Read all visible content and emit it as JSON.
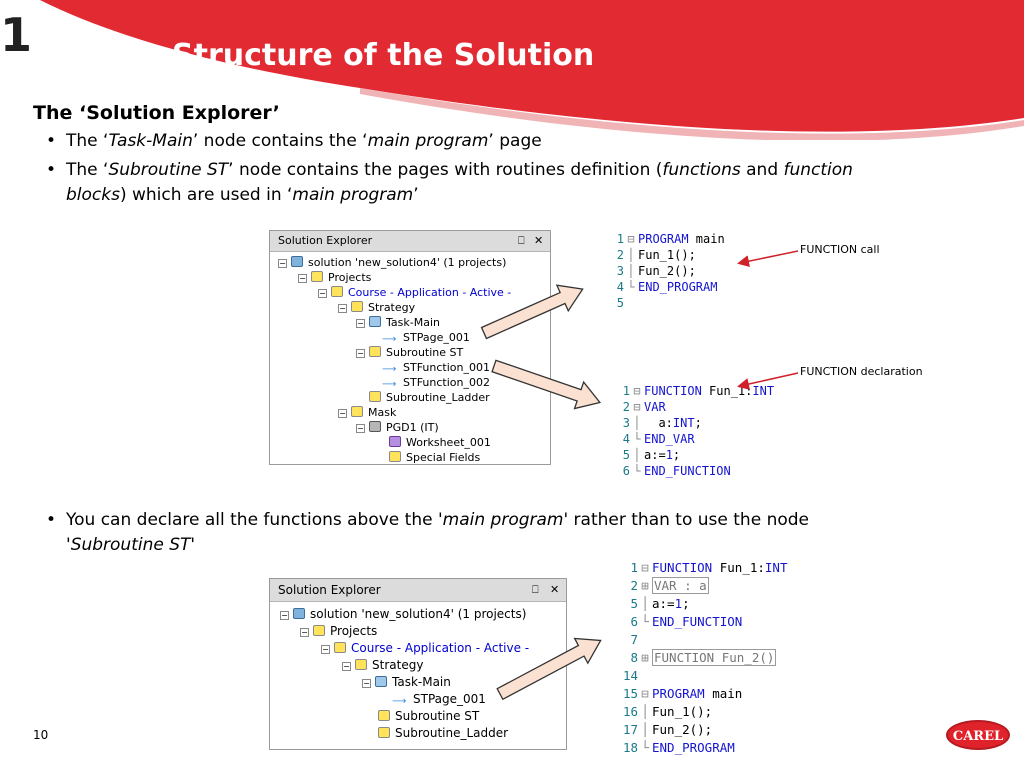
{
  "slide": {
    "title": "Structure of the Solution",
    "deco_number": "1",
    "page_number": "10",
    "logo_text": "CAREL",
    "accent": "#e22a33"
  },
  "section": {
    "heading": "The ‘Solution Explorer’",
    "bullet1": {
      "a": "The ‘",
      "b": "Task-Main",
      "c": "’ node contains the ‘",
      "d": "main program",
      "e": "’ page"
    },
    "bullet2": {
      "a": "The ‘",
      "b": "Subroutine ST",
      "c": "’ node contains the pages with routines definition (",
      "d": "functions",
      "e": " and ",
      "f": "function",
      "g": "blocks",
      "h": ") which are used in ‘",
      "i": "main program",
      "j": "’"
    },
    "bullet3": {
      "a": "You can declare all the functions above the '",
      "b": "main program",
      "c": "' rather than to use the node",
      "d": "'",
      "e": "Subroutine ST",
      "f": "'"
    }
  },
  "explorer1": {
    "title": "Solution Explorer",
    "pin": "⎕",
    "close": "✕",
    "rows": [
      "solution 'new_solution4' (1 projects)",
      "Projects",
      "Course - Application - Active -",
      "Strategy",
      "Task-Main",
      "STPage_001",
      "Subroutine ST",
      "STFunction_001",
      "STFunction_002",
      "Subroutine_Ladder",
      "Mask",
      "PGD1 (IT)",
      "Worksheet_001",
      "Special Fields"
    ]
  },
  "explorer2": {
    "title": "Solution Explorer",
    "pin": "⎕",
    "close": "✕",
    "rows": [
      "solution 'new_solution4' (1 projects)",
      "Projects",
      "Course - Application - Active -",
      "Strategy",
      "Task-Main",
      "STPage_001",
      "Subroutine ST",
      "Subroutine_Ladder"
    ]
  },
  "code1": {
    "lines": [
      {
        "n": "1",
        "kw": "PROGRAM",
        "rest": " main"
      },
      {
        "n": "2",
        "kw": "",
        "rest": "Fun_1();"
      },
      {
        "n": "3",
        "kw": "",
        "rest": "Fun_2();"
      },
      {
        "n": "4",
        "kw": "END_PROGRAM",
        "rest": ""
      },
      {
        "n": "5",
        "kw": "",
        "rest": ""
      }
    ]
  },
  "code2": {
    "lines": [
      {
        "n": "1",
        "kw": "FUNCTION",
        "rest": " Fun_1:",
        "kw2": "INT"
      },
      {
        "n": "2",
        "kw": "VAR",
        "rest": ""
      },
      {
        "n": "3",
        "kw": "",
        "rest": "  a:",
        "kw2": "INT",
        "tail": ";"
      },
      {
        "n": "4",
        "kw": "END_VAR",
        "rest": ""
      },
      {
        "n": "5",
        "kw": "",
        "rest": "a:=",
        "kw2": "1",
        "tail": ";"
      },
      {
        "n": "6",
        "kw": "END_FUNCTION",
        "rest": ""
      }
    ]
  },
  "code3": {
    "lines": [
      {
        "n": "1",
        "kw": "FUNCTION",
        "rest": " Fun_1:",
        "kw2": "INT"
      },
      {
        "n": "2",
        "boxed": "VAR : a"
      },
      {
        "n": "5",
        "kw": "",
        "rest": "a:=",
        "kw2": "1",
        "tail": ";"
      },
      {
        "n": "6",
        "kw": "END_FUNCTION",
        "rest": ""
      },
      {
        "n": "7",
        "kw": "",
        "rest": ""
      },
      {
        "n": "8",
        "boxed": "FUNCTION Fun_2()"
      },
      {
        "n": "14",
        "kw": "",
        "rest": ""
      },
      {
        "n": "15",
        "kw": "PROGRAM",
        "rest": " main"
      },
      {
        "n": "16",
        "kw": "",
        "rest": "Fun_1();"
      },
      {
        "n": "17",
        "kw": "",
        "rest": "Fun_2();"
      },
      {
        "n": "18",
        "kw": "END_PROGRAM",
        "rest": ""
      }
    ]
  },
  "annotations": {
    "call": "FUNCTION call",
    "declaration": "FUNCTION declaration"
  }
}
